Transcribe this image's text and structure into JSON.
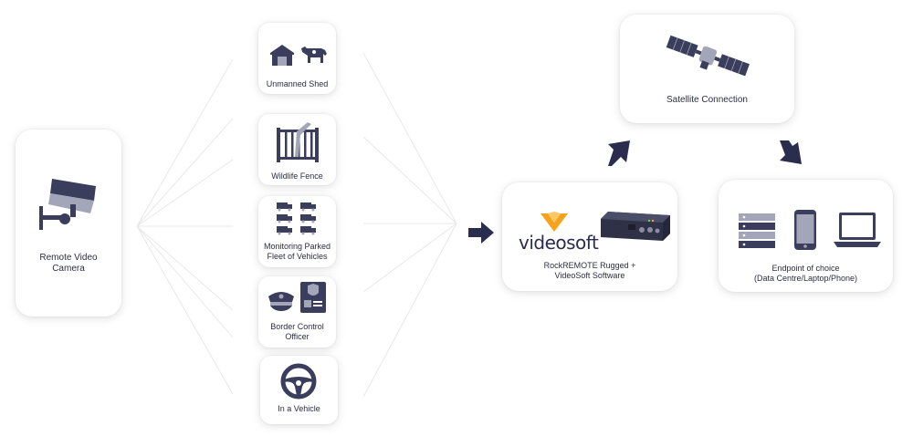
{
  "diagram": {
    "nodes": {
      "camera": {
        "label_line1": "Remote Video",
        "label_line2": "Camera"
      },
      "shed": {
        "label": "Unmanned Shed"
      },
      "fence": {
        "label": "Wildlife Fence"
      },
      "fleet": {
        "label_line1": "Monitoring Parked",
        "label_line2": "Fleet of Vehicles"
      },
      "border": {
        "label_line1": "Border Control",
        "label_line2": "Officer"
      },
      "vehicle": {
        "label": "In a Vehicle"
      },
      "rockremote": {
        "brand": "videosoft",
        "label_line1": "RockREMOTE Rugged +",
        "label_line2": "VideoSoft Software"
      },
      "satellite": {
        "label": "Satellite Connection"
      },
      "endpoint": {
        "label_line1": "Endpoint of choice",
        "label_line2": "(Data Centre/Laptop/Phone)"
      }
    },
    "colors": {
      "icon": "#3a3d5c",
      "line": "#e6e6e6",
      "brand_orange": "#f7a21b"
    },
    "icons": [
      "cctv-camera-icon",
      "shed-icon",
      "cow-icon",
      "fence-icon",
      "trucks-icon",
      "police-cap-icon",
      "id-badge-icon",
      "steering-wheel-icon",
      "videosoft-logo-icon",
      "router-device-icon",
      "satellite-icon",
      "server-icon",
      "phone-icon",
      "laptop-icon",
      "arrow-icon"
    ]
  }
}
